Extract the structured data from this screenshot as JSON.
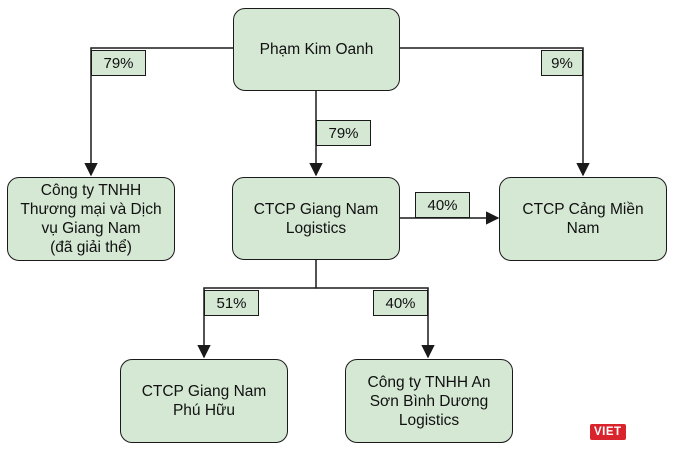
{
  "nodes": {
    "pham_kim_oanh": "Phạm Kim Oanh",
    "cty_thuong_mai": "Công ty TNHH\nThương mại và Dịch\nvụ Giang Nam\n(đã giải thể)",
    "giang_nam_logistics": "CTCP Giang Nam\nLogistics",
    "cang_mien_nam": "CTCP Cảng Miền\nNam",
    "giang_nam_phu_huu": "CTCP Giang Nam\nPhú Hữu",
    "an_son_binh_duong": "Công ty TNHH An\nSơn Bình Dương\nLogistics"
  },
  "edges": {
    "to_thuong_mai": "79%",
    "to_logistics": "79%",
    "to_cang_mien_nam_from_owner": "9%",
    "to_cang_mien_nam_from_logistics": "40%",
    "to_phu_huu": "51%",
    "to_an_son": "40%"
  },
  "logo": {
    "text": "VIET"
  },
  "colors": {
    "node_fill": "#d5e8d4",
    "stroke": "#1a1a1a",
    "logo_red": "#d9232d"
  }
}
